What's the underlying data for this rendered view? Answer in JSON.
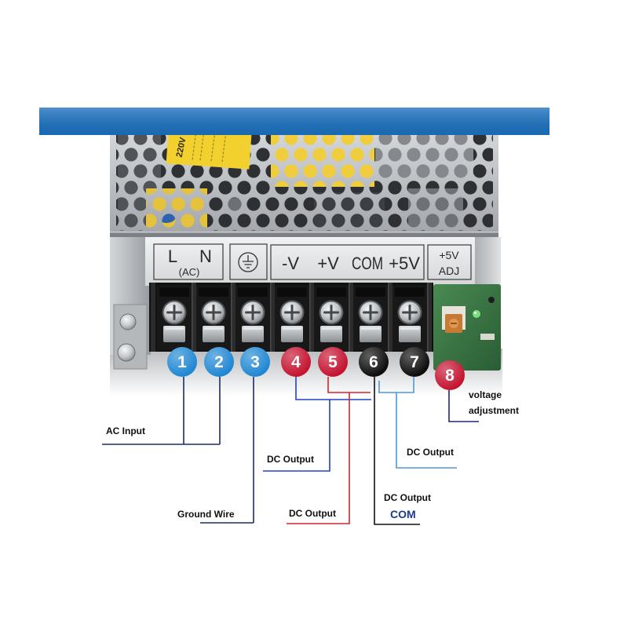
{
  "banner": {
    "color": "#1b72c2"
  },
  "sticker": {
    "voltage": "220V"
  },
  "terminal_labels": {
    "l": "L",
    "n": "N",
    "ac": "(AC)",
    "neg_v": "-V",
    "pos_v": "+V",
    "com": "COM",
    "plus_5v": "+5V",
    "adj_top": "+5V",
    "adj_bottom": "ADJ",
    "ground_icon": "ground-symbol-icon"
  },
  "terminals": [
    {
      "number": "1",
      "color": "#1f87d2"
    },
    {
      "number": "2",
      "color": "#1f87d2"
    },
    {
      "number": "3",
      "color": "#1f87d2"
    },
    {
      "number": "4",
      "color": "#c4122f"
    },
    {
      "number": "5",
      "color": "#c4122f"
    },
    {
      "number": "6",
      "color": "#0b0b0b"
    },
    {
      "number": "7",
      "color": "#0b0b0b"
    },
    {
      "number": "8",
      "color": "#c4122f"
    }
  ],
  "callouts": {
    "ac_input": "AC Input",
    "ground_wire": "Ground Wire",
    "dc_output_neg": "DC Output",
    "dc_output_pos": "DC Output",
    "dc_output_com": "DC Output",
    "com": "COM",
    "dc_output_5v": "DC Output",
    "voltage": "voltage",
    "adjustment": "adjustment"
  },
  "line_colors": {
    "ac": "#1d2b6b",
    "ground": "#1d2b6b",
    "neg_v": "#2140c4",
    "pos_v": "#d8232d",
    "com": "#111111",
    "plus_5v": "#4f97d6",
    "adj": "#1d2b6b"
  }
}
